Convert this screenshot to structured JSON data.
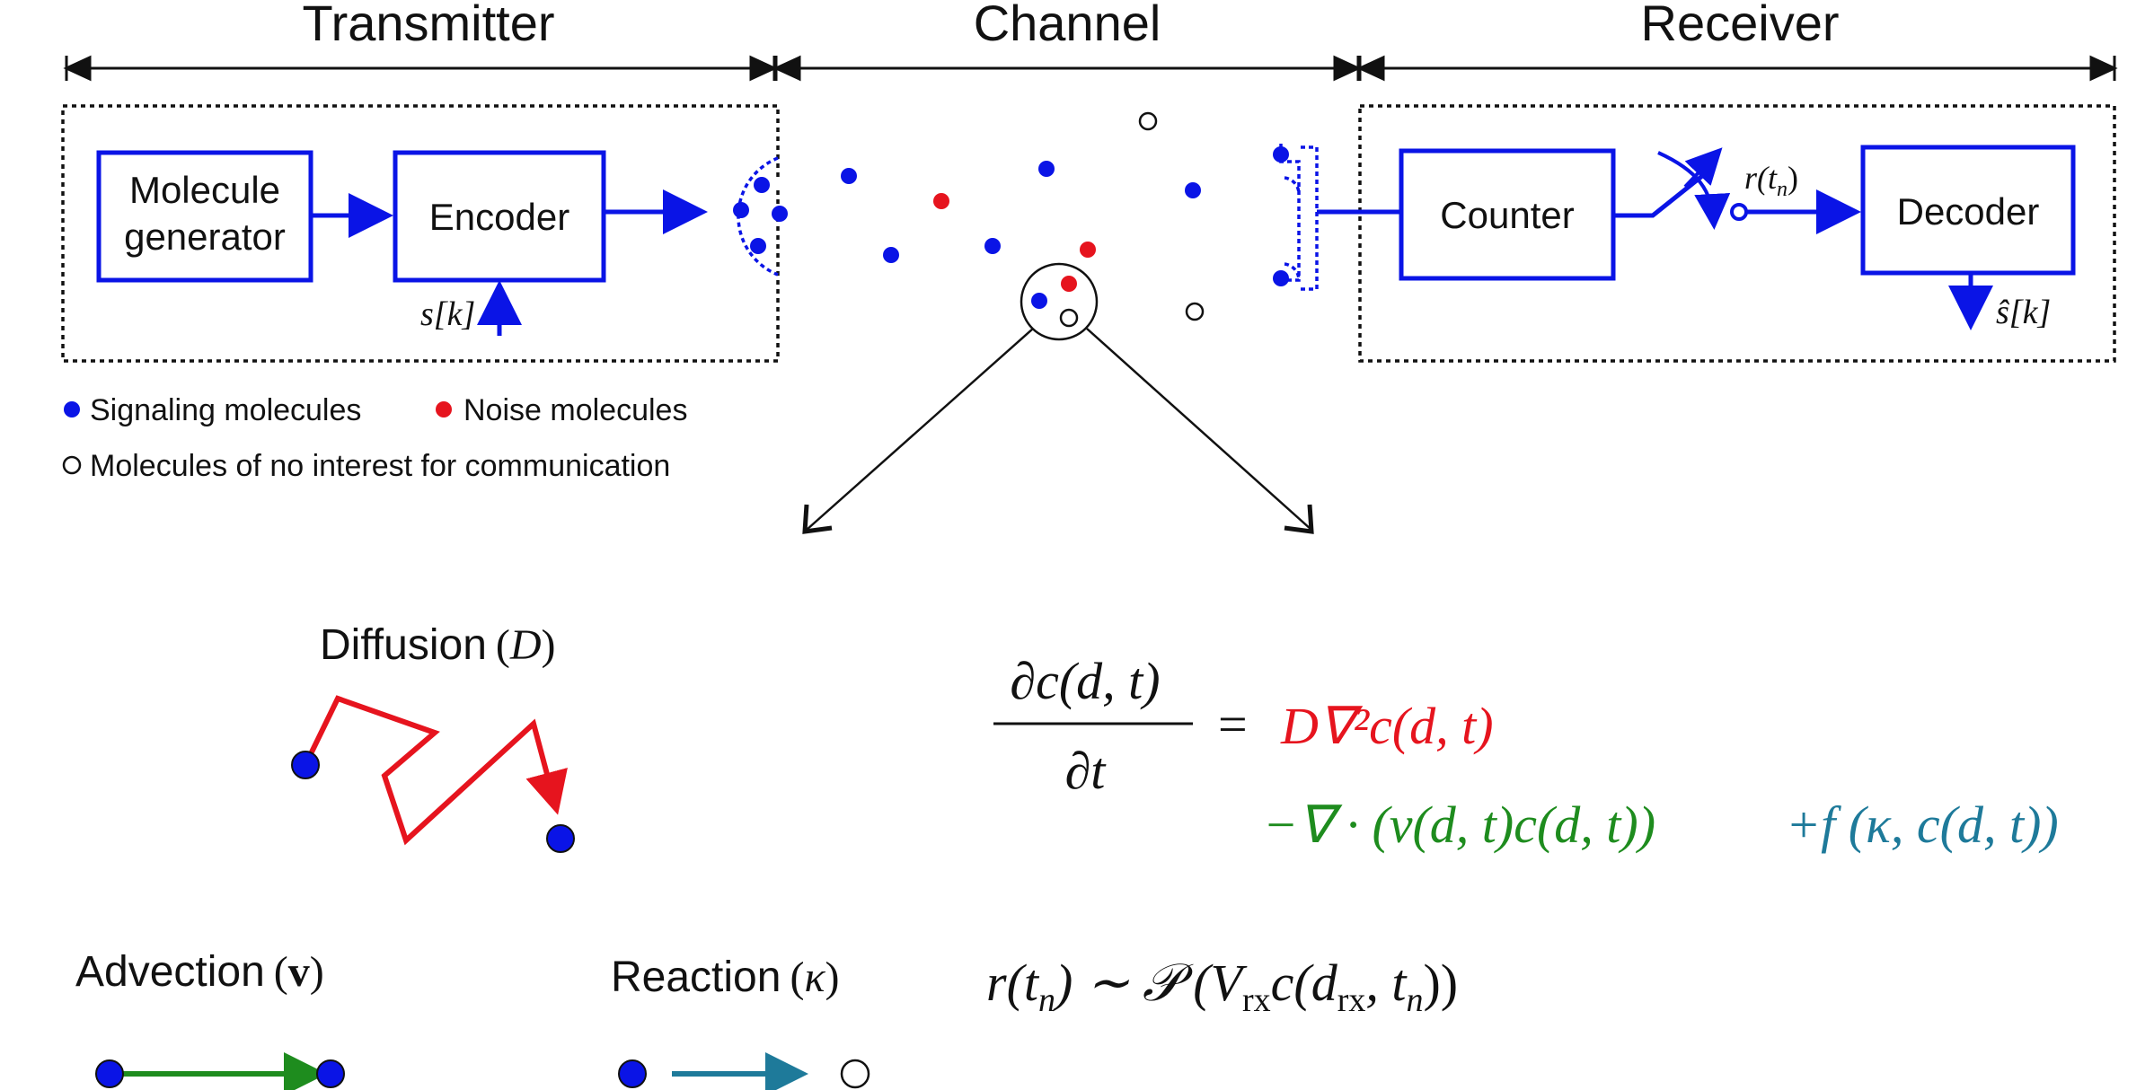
{
  "sections": {
    "transmitter": "Transmitter",
    "channel": "Channel",
    "receiver": "Receiver"
  },
  "blocks": {
    "molecule_generator_line1": "Molecule",
    "molecule_generator_line2": "generator",
    "encoder": "Encoder",
    "counter": "Counter",
    "decoder": "Decoder"
  },
  "signals": {
    "input": "s[k]",
    "sample": "r(t",
    "sample_sub": "n",
    "sample_close": ")",
    "output": "ŝ[k]"
  },
  "legend": {
    "signaling": "Signaling molecules",
    "noise": "Noise molecules",
    "no_interest": "Molecules of no interest for communication"
  },
  "mechanisms": {
    "diffusion": "Diffusion",
    "diffusion_symbol": "D",
    "advection": "Advection",
    "advection_symbol": "v",
    "reaction": "Reaction",
    "reaction_symbol": "κ"
  },
  "equation": {
    "numerator": "∂c(d, t)",
    "denominator": "∂t",
    "equals": "=",
    "diffusion_term": "D∇²c(d, t)",
    "advection_term": "−∇ · (v(d, t)c(d, t))",
    "reaction_term": "+f (κ, c(d, t))"
  },
  "observation": {
    "text": "r(t",
    "sub_n": "n",
    "mid": ") ∼ 𝒫 (V",
    "sub_rx": "rx",
    "mid2": "c(d",
    "sub_rx2": "rx",
    "end": ", t",
    "sub_n2": "n",
    "close": "))"
  },
  "colors": {
    "blue": "#0a14e6",
    "red": "#e6141e",
    "green": "#1e8c1e",
    "teal": "#1e7a9a",
    "black": "#111111"
  }
}
